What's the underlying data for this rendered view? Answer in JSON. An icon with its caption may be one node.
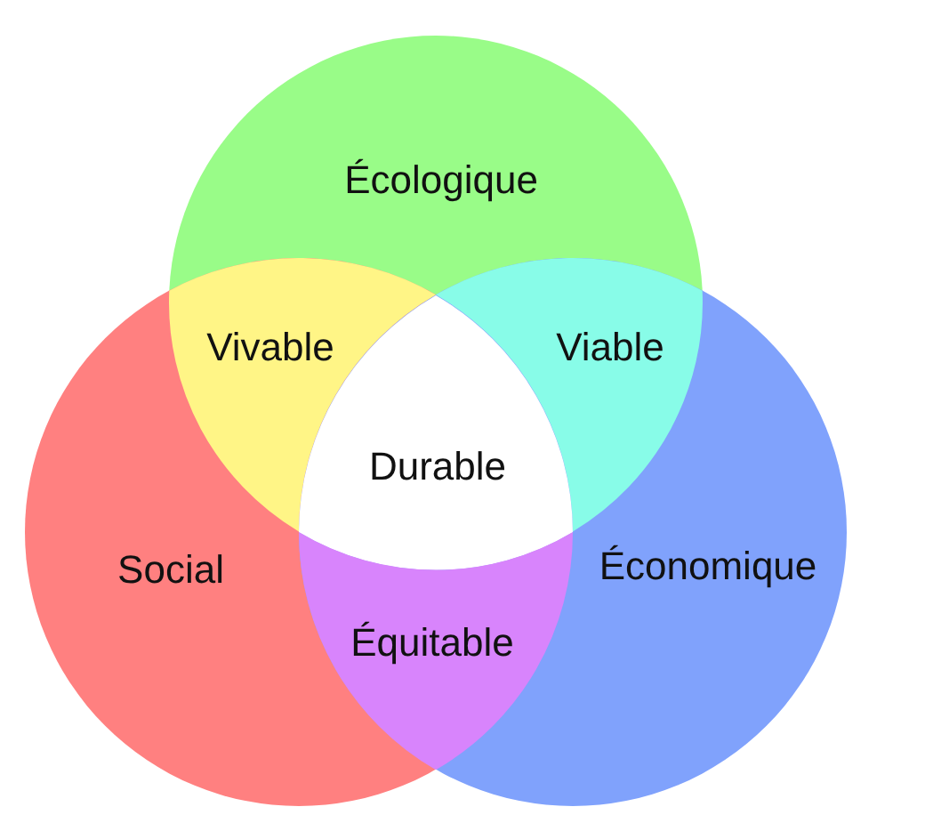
{
  "diagram": {
    "nodes": [
      {
        "text": [
          "Écologique"
        ]
      },
      {
        "text": [
          "Vivable"
        ]
      },
      {
        "text": [
          "Viable"
        ]
      },
      {
        "text": [
          "Durable"
        ]
      },
      {
        "text": [
          "Social"
        ]
      },
      {
        "text": [
          "Économique"
        ]
      },
      {
        "text": [
          "Équitable"
        ]
      }
    ]
  }
}
